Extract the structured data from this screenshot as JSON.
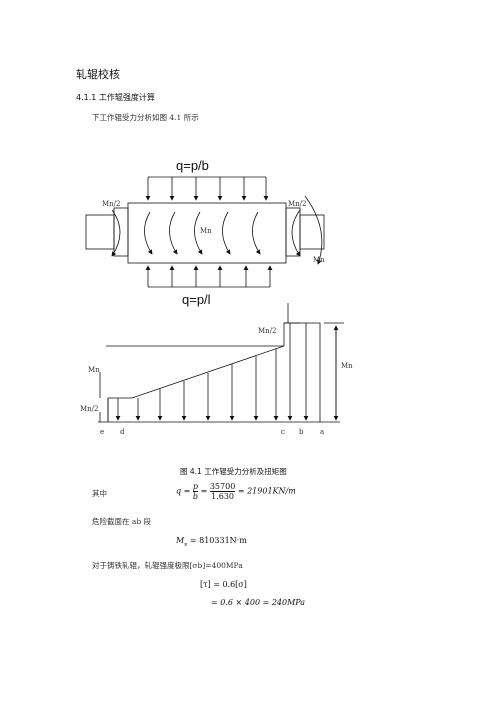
{
  "heading": "轧辊校核",
  "subheading": "4.1.1 工作辊强度计算",
  "intro": "下工作辊受力分析如图 4.1 所示",
  "figure": {
    "top_load": "q=p/b",
    "bottom_load": "q=p/l",
    "left_torque": "Mn/2",
    "right_torque": "Mn/2",
    "mid_torque": "Mn",
    "side_torque": "Mn",
    "moment_left_top": "Mn",
    "moment_left_low": "Mn/2",
    "moment_right_top": "Mn/2",
    "moment_right_full": "Mn",
    "points": [
      "e",
      "d",
      "c",
      "b",
      "a"
    ],
    "caption": "图 4.1  工作辊受力分析及扭矩图"
  },
  "formulas": {
    "where_label": "其中",
    "q_expr": "q = p/b = 35700/1.630 = 21901KN/m",
    "q_num": "35700",
    "q_den": "1.630",
    "q_result": "= 21901KN/m",
    "danger_label": "危险截面在 ab 段",
    "mk_expr": "Mκ = 810331N·m",
    "mk_value": "= 810331N·m",
    "material_label": "对于铸铁轧辊，轧辊强度极限[σb]=400MPa",
    "tau_line1": "[τ] = 0.6[σ]",
    "tau_line2": "= 0.6 × 400 = 240MPa"
  }
}
